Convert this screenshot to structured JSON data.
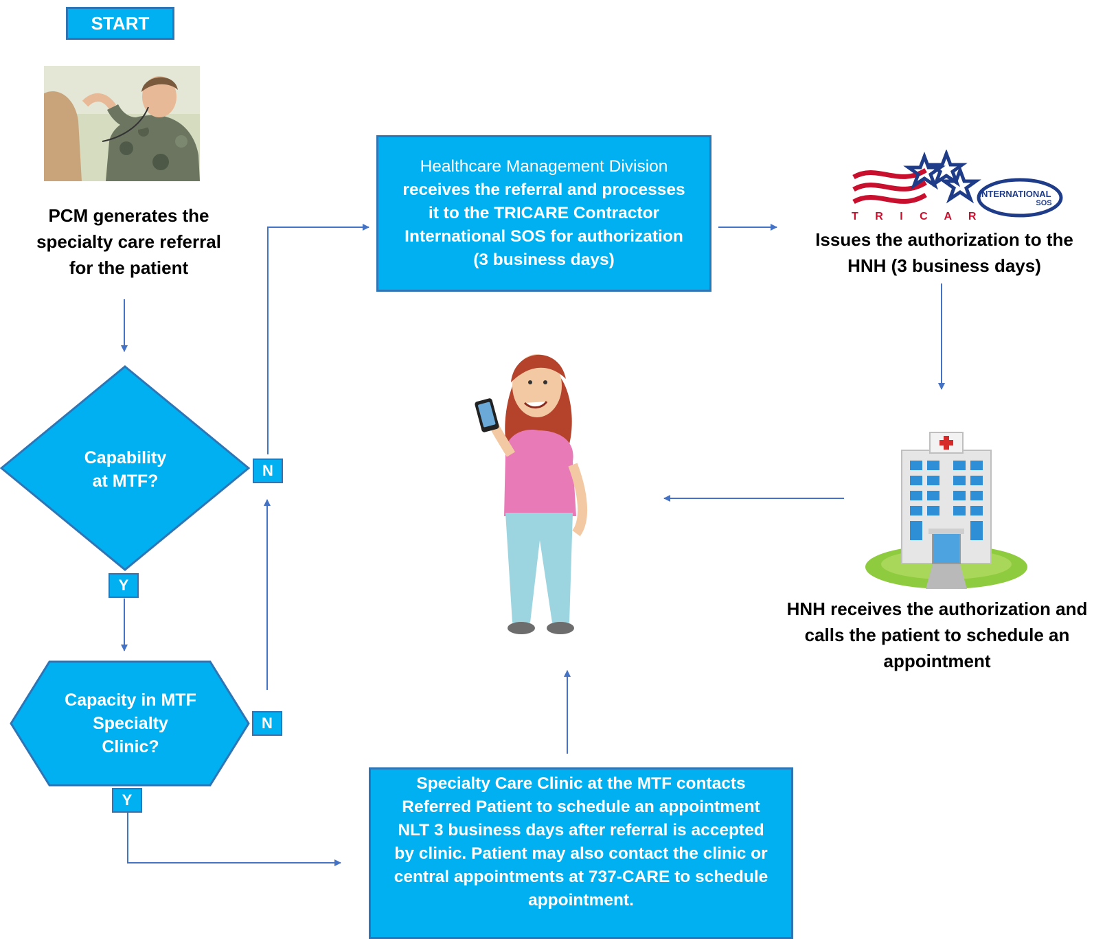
{
  "start": {
    "label": "START"
  },
  "pcm": {
    "caption": "PCM generates the\nspecialty care referral\nfor the patient"
  },
  "decision_capability": {
    "text": "Capability\nat MTF?",
    "no_label": "N",
    "yes_label": "Y"
  },
  "decision_capacity": {
    "text": "Capacity in MTF\nSpecialty\nClinic?",
    "no_label": "N",
    "yes_label": "Y"
  },
  "hmd_box": {
    "line1": "Healthcare Management Division",
    "line2": "receives the  referral and processes it to the  TRICARE Contractor  International SOS for  authorization (3 business days)"
  },
  "logos": {
    "tricare": "T R I C A R E",
    "intl_sos_top": "INTERNATIONAL",
    "intl_sos_bottom": "SOS"
  },
  "tricare_caption": "Issues the authorization to the\nHNH (3 business days)",
  "hnh_caption": "HNH receives the authorization and\ncalls the patient to schedule an\nappointment",
  "clinic_box": {
    "text": "Specialty Care Clinic at the MTF contacts Referred Patient to schedule an appointment NLT 3 business days after referral is accepted by clinic. Patient may also contact the clinic or central appointments at 737-CARE to schedule appointment."
  },
  "colors": {
    "box_fill": "#00b0f0",
    "box_border": "#2e75b6",
    "arrow": "#4472c4"
  }
}
